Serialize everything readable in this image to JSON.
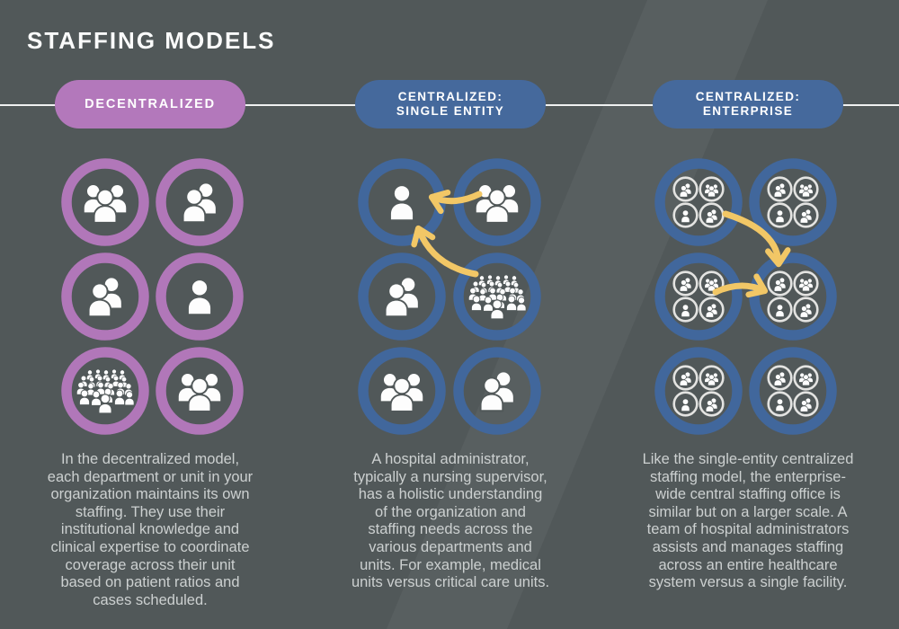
{
  "title": "STAFFING MODELS",
  "colors": {
    "background": "#515859",
    "purple_accent": "#b378bb",
    "blue_accent": "#45699c",
    "blue_ring": "#41679c",
    "arrow_yellow": "#f2c766",
    "body_text": "#ccd0d0",
    "icon_white": "#fdfdfd",
    "unit_ring": "#e3e3e1"
  },
  "columns": [
    {
      "id": "decentralized",
      "header_lines": [
        "DECENTRALIZED"
      ],
      "accent": "#b378bb",
      "ring": "#b177b9",
      "circles": [
        [
          "group3",
          "group2"
        ],
        [
          "group2",
          "person"
        ],
        [
          "crowd",
          "group3"
        ]
      ],
      "arrows": [],
      "description": "In the decentralized model,\neach department or unit in your\norganization maintains its own\nstaffing. They use their\ninstitutional knowledge and\nclinical expertise to coordinate\ncoverage across their unit\nbased on patient ratios and\ncases scheduled."
    },
    {
      "id": "centralized-single-entity",
      "header_lines": [
        "CENTRALIZED:",
        "SINGLE ENTITY"
      ],
      "accent": "#45699c",
      "ring": "#41679c",
      "circles": [
        [
          "person",
          "group3"
        ],
        [
          "group2",
          "crowd"
        ],
        [
          "group3",
          "group2"
        ]
      ],
      "arrows": [
        {
          "from": "staff-group-top-right",
          "to": "administrator-top-left"
        },
        {
          "from": "staff-crowd-middle-right",
          "to": "administrator-top-left"
        }
      ],
      "description": "A hospital administrator,\ntypically a nursing supervisor,\nhas a holistic understanding\nof the organization and\nstaffing needs across the\nvarious departments and\nunits. For example, medical\nunits versus critical care units."
    },
    {
      "id": "centralized-enterprise",
      "header_lines": [
        "CENTRALIZED:",
        "ENTERPRISE"
      ],
      "accent": "#45699c",
      "ring": "#41679c",
      "circles": [
        [
          "cluster",
          "cluster"
        ],
        [
          "cluster",
          "cluster"
        ],
        [
          "cluster",
          "cluster"
        ]
      ],
      "cluster_icons": [
        "group2",
        "group3",
        "person",
        "group2"
      ],
      "arrows": [
        {
          "from": "facility-top-left",
          "to": "facility-middle-right"
        },
        {
          "from": "facility-middle-left",
          "to": "facility-middle-right"
        }
      ],
      "description": "Like the single-entity centralized\nstaffing model, the enterprise-\nwide central staffing office is\nsimilar but on a larger scale. A\nteam of hospital administrators\nassists and manages staffing\nacross an entire healthcare\nsystem versus a single facility."
    }
  ]
}
